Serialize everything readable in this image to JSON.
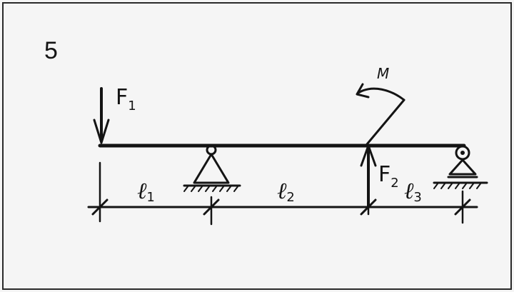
{
  "problem": {
    "number": "5"
  },
  "loads": {
    "F1": {
      "symbol": "F",
      "subscript": "1"
    },
    "F2": {
      "symbol": "F",
      "subscript": "2"
    },
    "M": {
      "symbol": "M"
    }
  },
  "spans": {
    "l1": {
      "symbol": "ℓ",
      "subscript": "1"
    },
    "l2": {
      "symbol": "ℓ",
      "subscript": "2"
    },
    "l3": {
      "symbol": "ℓ",
      "subscript": "3"
    }
  },
  "colors": {
    "ink": "#141414",
    "background": "#f5f5f5"
  }
}
